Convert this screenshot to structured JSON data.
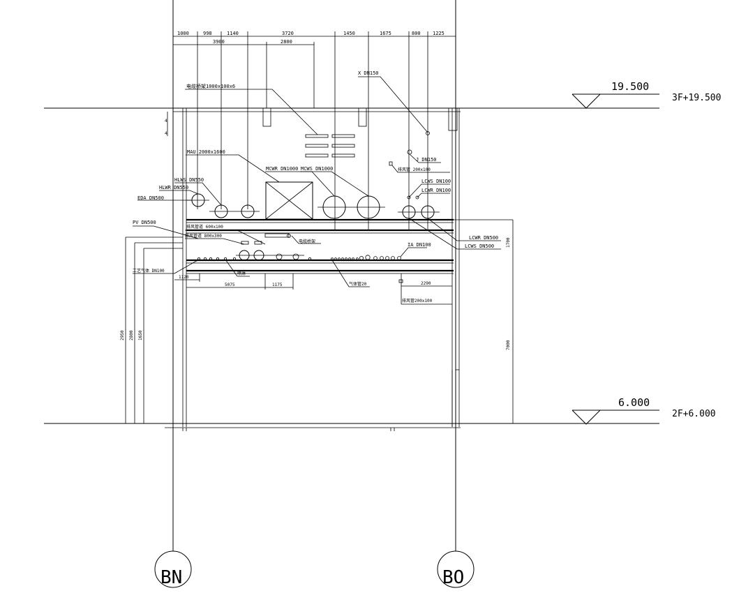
{
  "levels": [
    {
      "value": "19.500",
      "floor": "3F+19.500"
    },
    {
      "value": "6.000",
      "floor": "2F+6.000"
    }
  ],
  "grid_axes": [
    "BN",
    "BO"
  ],
  "top_dims_row1": [
    "1000",
    "998",
    "1140",
    "3720",
    "1450",
    "1675",
    "800",
    "1225"
  ],
  "top_dims_row2": [
    "3900",
    "2800"
  ],
  "labels": {
    "cable_tray_top": "电缆桥架1000x100x6",
    "x_pipe": "X DN150",
    "mau": "MAU 2000x1600",
    "mcwr": "MCWR DN1000",
    "mcws": "MCWS DN1000",
    "j_pipe": "J DN150",
    "duct_small": "排风管 200x100",
    "lcws_small": "LCWS DN100",
    "lcwr_small": "LCWR DN100",
    "hlws": "HLWS DN550",
    "hlwr": "HLWR DN550",
    "eda": "EDA DN500",
    "pv": "PV DN500",
    "duct_600": "排风管道 600x100",
    "duct_800": "排风管道 800x300",
    "cable_box": "电缆桥架",
    "ia": "IA DN100",
    "lcwr_big": "LCWR DN500",
    "lcws_big": "LCWS DN500",
    "pipe_left": "工艺气体 DN100",
    "sprinkler": "喷淋",
    "gas_pipes": "气体管20",
    "duct_bottom": "排风管200x100"
  },
  "dims_small": {
    "d1120": "1120",
    "d5075": "5075",
    "d1175": "1175",
    "d2290": "2290",
    "d1700": "1700",
    "d7000": "7000",
    "d2950": "2950",
    "d2800": "2800",
    "d1650": "1650"
  }
}
